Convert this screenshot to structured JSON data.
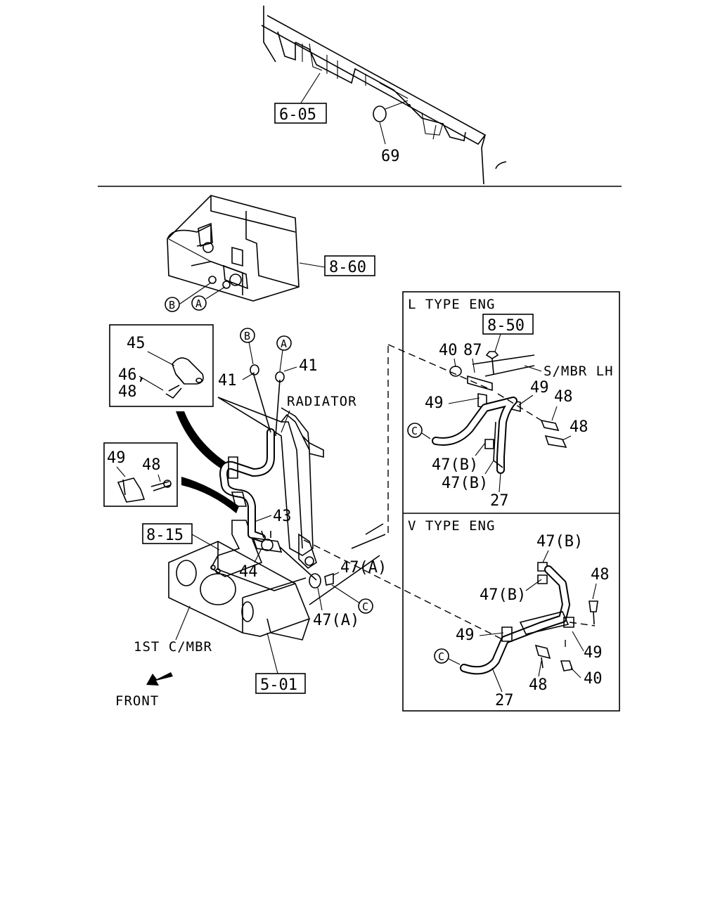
{
  "refs": {
    "r605": "6-05",
    "r860": "8-60",
    "r850": "8-50",
    "r815": "8-15",
    "r501": "5-01"
  },
  "parts": {
    "p69": "69",
    "p45": "45",
    "p46": "46,",
    "p48a": "48",
    "p41a": "41",
    "p41b": "41",
    "p49a": "49",
    "p48b": "48",
    "p43": "43",
    "p44": "44",
    "p47a1": "47(A)",
    "p47a2": "47(A)",
    "l_p40": "40",
    "l_p87": "87",
    "l_p49a": "49",
    "l_p49b": "49",
    "l_p48a": "48",
    "l_p48b": "48",
    "l_p47b1": "47(B)",
    "l_p47b2": "47(B)",
    "l_p27": "27",
    "v_p47b1": "47(B)",
    "v_p47b2": "47(B)",
    "v_p48a": "48",
    "v_p49a": "49",
    "v_p49b": "49",
    "v_p48b": "48",
    "v_p40": "40",
    "v_p27": "27"
  },
  "labels": {
    "radiator": "RADIATOR",
    "first_cmbr": "1ST C/MBR",
    "front": "FRONT",
    "smbr": "S/MBR LH",
    "l_type": "L TYPE ENG",
    "v_type": "V TYPE ENG"
  },
  "markers": {
    "a": "A",
    "b": "B",
    "c": "C"
  }
}
